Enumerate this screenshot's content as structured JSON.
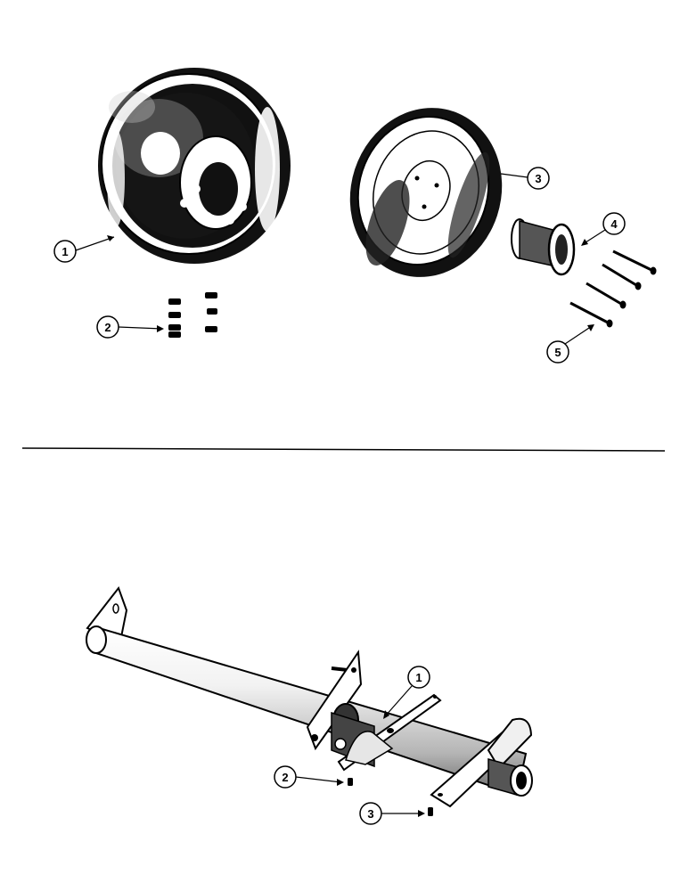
{
  "upper_callouts": {
    "c1": "1",
    "c2": "2",
    "c3": "3",
    "c4": "4",
    "c5": "5"
  },
  "lower_callouts": {
    "c1": "1",
    "c2": "2",
    "c3": "3"
  },
  "colors": {
    "ink": "#000000",
    "paper": "#ffffff"
  }
}
